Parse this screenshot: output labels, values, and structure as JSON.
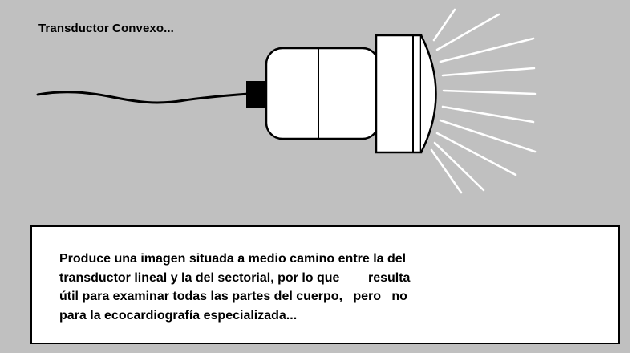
{
  "title": "Transductor Convexo...",
  "caption": {
    "lines": [
      "Produce una imagen situada a medio camino entre la del",
      "transductor lineal y la del sectorial, por lo que        resulta",
      "útil para examinar todas las partes del cuerpo,   pero   no",
      "para la ecocardiografía especializada..."
    ]
  },
  "illustration": {
    "subject": "convex-transducer",
    "icon": "ultrasound-probe-icon",
    "beam_ray_count": 10
  },
  "colors": {
    "background": "#c0c0c0",
    "outline": "#000000",
    "probe_fill": "#ffffff",
    "beam": "#ffffff"
  }
}
